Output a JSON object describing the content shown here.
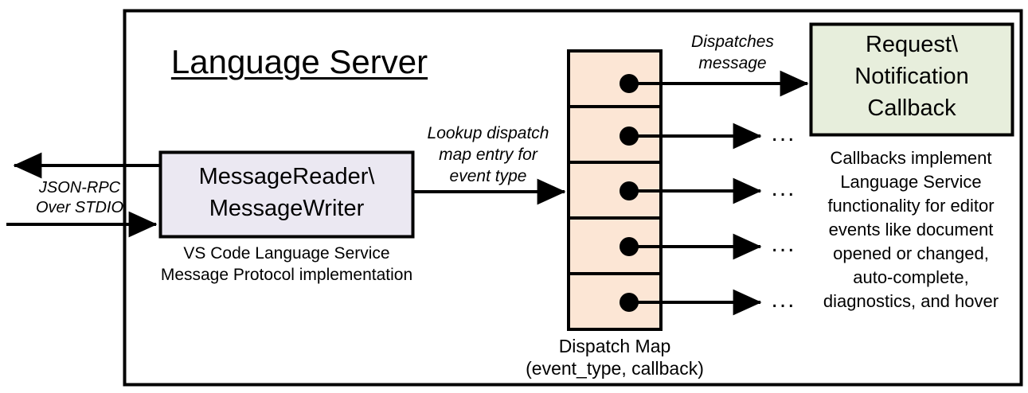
{
  "diagram": {
    "title": "Language Server",
    "outer_border_color": "#000000",
    "background": "#ffffff"
  },
  "external_io": {
    "label_line1": "JSON-RPC",
    "label_line2": "Over STDIO",
    "outbound_arrow_name": "json-rpc-outbound-arrow",
    "inbound_arrow_name": "json-rpc-inbound-arrow"
  },
  "message_box": {
    "line1": "MessageReader\\",
    "line2": "MessageWriter",
    "fill": "#ebe8f2",
    "stroke": "#000000",
    "caption_line1": "VS Code Language Service",
    "caption_line2": "Message Protocol implementation"
  },
  "lookup_label": {
    "line1": "Lookup dispatch",
    "line2": "map entry for",
    "line3": "event type"
  },
  "dispatch_map": {
    "fill": "#fce6d5",
    "stroke": "#000000",
    "dot_color": "#000000",
    "row_count": 5,
    "caption_line1": "Dispatch Map",
    "caption_line2": "(event_type, callback)",
    "rows": [
      {
        "index": 1,
        "target": "callback-box",
        "ellipsis": ""
      },
      {
        "index": 2,
        "target": "ellipsis",
        "ellipsis": "..."
      },
      {
        "index": 3,
        "target": "ellipsis",
        "ellipsis": "..."
      },
      {
        "index": 4,
        "target": "ellipsis",
        "ellipsis": "..."
      },
      {
        "index": 5,
        "target": "ellipsis",
        "ellipsis": "..."
      }
    ]
  },
  "dispatch_label": {
    "line1": "Dispatches",
    "line2": "message"
  },
  "callback_box": {
    "line1": "Request\\",
    "line2": "Notification",
    "line3": "Callback",
    "fill": "#e7eedc",
    "stroke": "#000000",
    "caption_line1": "Callbacks implement",
    "caption_line2": "Language Service",
    "caption_line3": "functionality for editor",
    "caption_line4": "events like document",
    "caption_line5": "opened or changed,",
    "caption_line6": "auto-complete,",
    "caption_line7": "diagnostics, and hover"
  }
}
